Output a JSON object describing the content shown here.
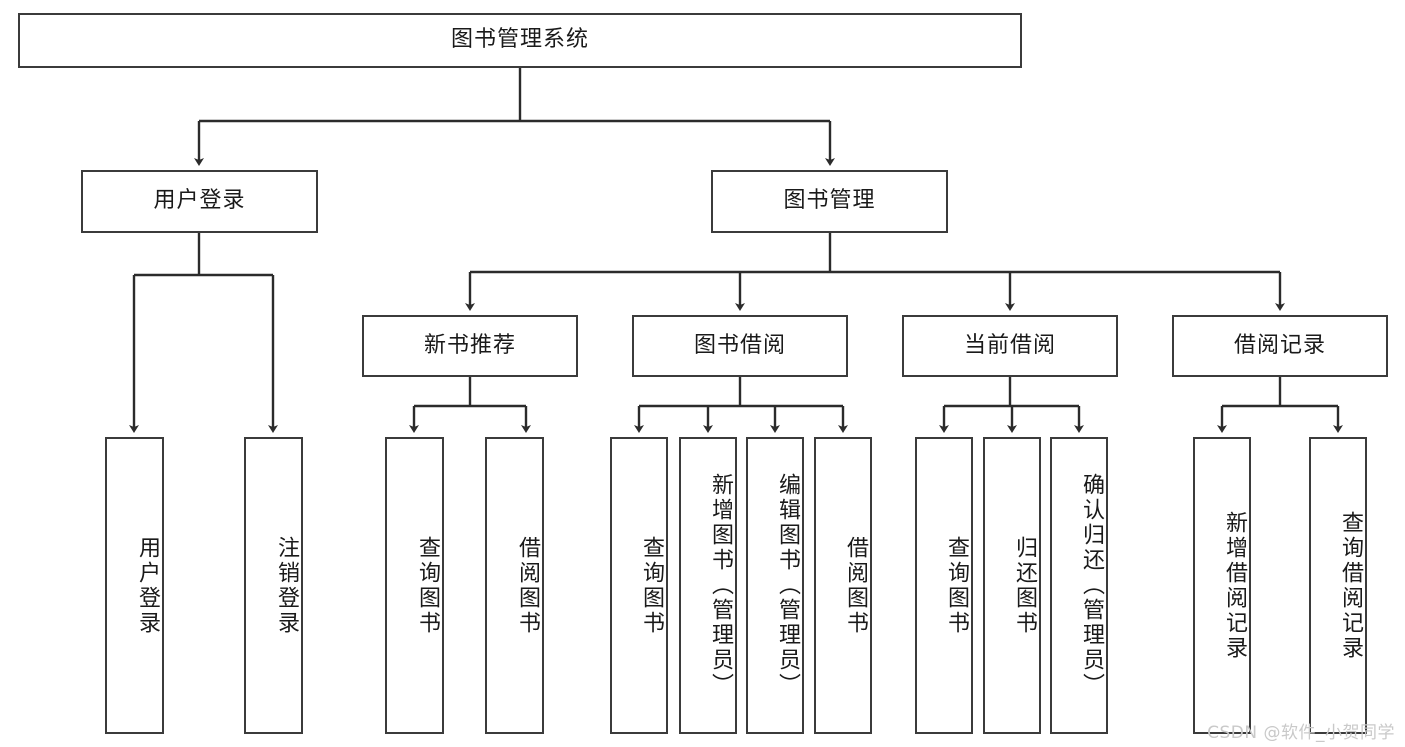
{
  "diagram": {
    "title": "图书管理系统",
    "watermark": "CSDN @软件_小贺同学",
    "line_color": "#3b3b3b",
    "box_border_color": "#3b3b3b",
    "box_fill": "#ffffff",
    "text_color": "#1a1a1a",
    "level2": {
      "user_login": "用户登录",
      "book_manage": "图书管理"
    },
    "level3": {
      "new_book_recommend": "新书推荐",
      "book_borrow": "图书借阅",
      "current_borrow": "当前借阅",
      "borrow_record": "借阅记录"
    },
    "leaves": {
      "user_login_1": "用户登录",
      "user_login_2": "注销登录",
      "recommend_1": "查询图书",
      "recommend_2": "借阅图书",
      "borrow_1": "查询图书",
      "borrow_2": "新增图书（管理员）",
      "borrow_3": "编辑图书（管理员）",
      "borrow_4": "借阅图书",
      "current_1": "查询图书",
      "current_2": "归还图书",
      "current_3": "确认归还（管理员）",
      "record_1": "新增借阅记录",
      "record_2": "查询借阅记录"
    }
  }
}
